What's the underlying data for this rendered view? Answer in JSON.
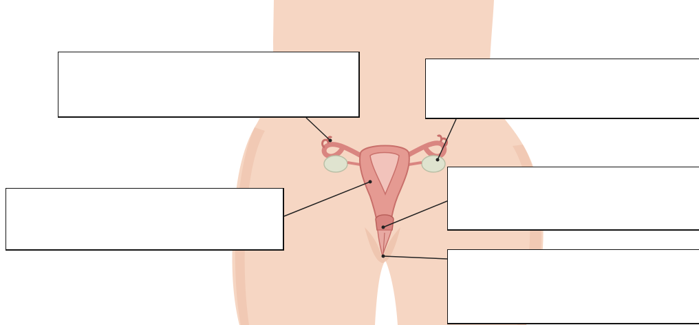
{
  "colors": {
    "skin": "#f6d6c3",
    "skin_shadow": "#ecbfa8",
    "organ": "#e59a92",
    "organ_dark": "#c86f6a",
    "organ_inner": "#f2c3bb",
    "ovary": "#dfe3cf",
    "leader_line": "#222222",
    "box_border": "#111111"
  },
  "labels": [
    {
      "id": "fallopian-tube-label",
      "text": ""
    },
    {
      "id": "ovary-label",
      "text": ""
    },
    {
      "id": "uterus-label",
      "text": ""
    },
    {
      "id": "cervix-label",
      "text": ""
    },
    {
      "id": "vagina-label",
      "text": ""
    }
  ]
}
